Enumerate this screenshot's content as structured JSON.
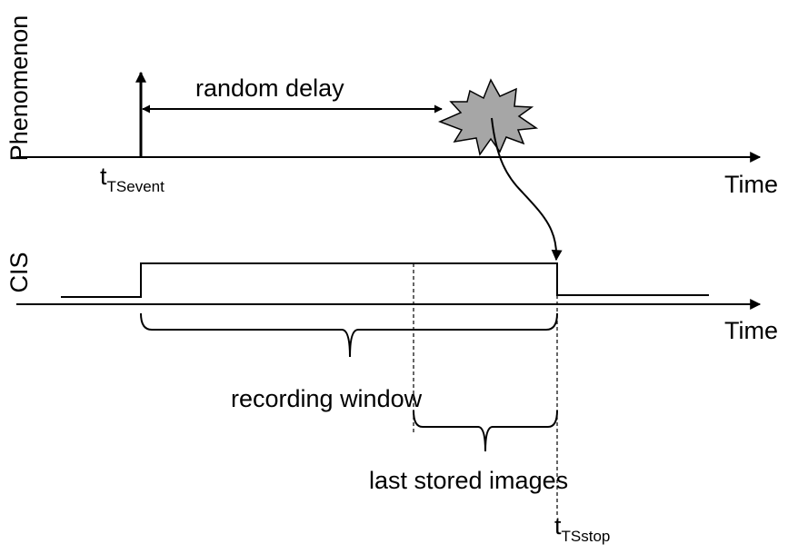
{
  "phenomenon": {
    "axis_label": "Phenomenon",
    "time_label": "Time",
    "delay_label": "random delay",
    "event_label": {
      "base": "t",
      "sub": "TSevent"
    }
  },
  "cis": {
    "axis_label": "CIS",
    "time_label": "Time",
    "recording_label": "recording window",
    "stored_label": "last stored images",
    "stop_label": {
      "base": "t",
      "sub": "TSstop"
    }
  },
  "colors": {
    "line": "#000000",
    "burst_fill": "#a6a6a6"
  }
}
